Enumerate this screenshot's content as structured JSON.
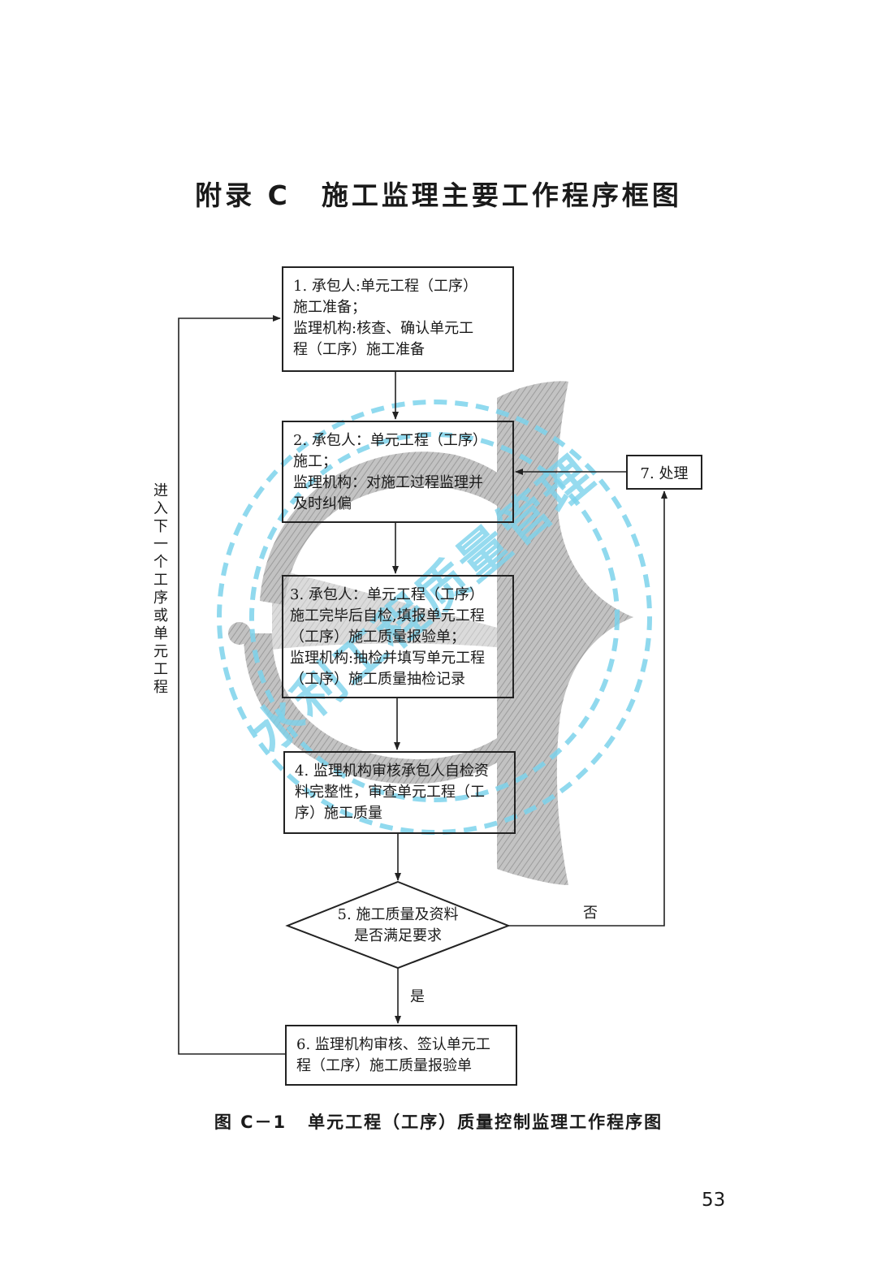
{
  "title": {
    "prefix": "附录 C",
    "text": "施工监理主要工作程序框图"
  },
  "steps": {
    "s1": [
      "1. 承包人:单元工程（工序）",
      "施工准备；",
      "监理机构:核查、确认单元工",
      "程（工序）施工准备"
    ],
    "s2": [
      "2. 承包人：单元工程（工序）",
      "施工；",
      "监理机构：对施工过程监理并",
      "及时纠偏"
    ],
    "s3": [
      "3. 承包人：单元工程（工序）",
      "施工完毕后自检,填报单元工程",
      "（工序）施工质量报验单；",
      "监理机构:抽检并填写单元工程",
      "（工序）施工质量抽检记录"
    ],
    "s4": [
      "4. 监理机构审核承包人自检资",
      "料完整性，审查单元工程（工",
      "序）施工质量"
    ],
    "s5": [
      "5. 施工质量及资料",
      "是否满足要求"
    ],
    "s6": [
      "6. 监理机构审核、签认单元工",
      "程（工序）施工质量报验单"
    ],
    "s7": "7. 处理"
  },
  "labels": {
    "yes": "是",
    "no": "否",
    "loop": "进入下一个工序或单元工程"
  },
  "caption": {
    "prefix": "图 C－1",
    "text": "单元工程（工序）质量控制监理工作程序图"
  },
  "page_number": "53",
  "watermark": {
    "text": "水利工程质量管理",
    "color": "#7dd3ec",
    "emblem_color": "#9a9a9a"
  }
}
